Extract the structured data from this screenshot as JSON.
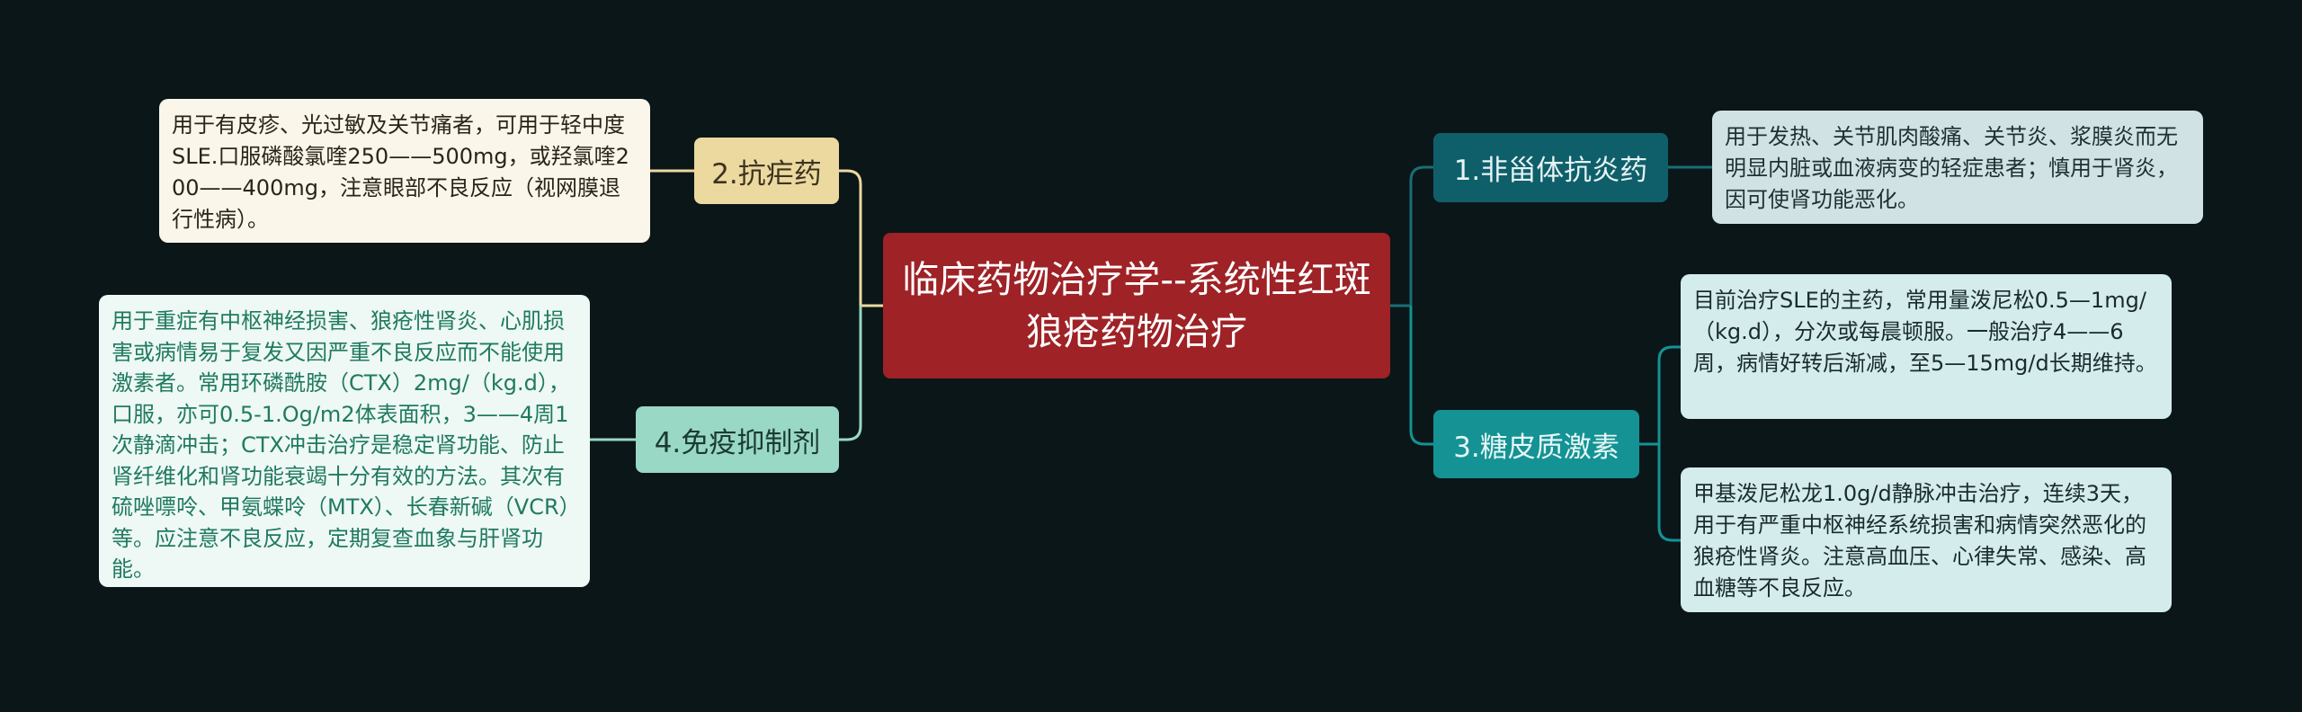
{
  "center": {
    "label": "临床药物治疗学--系统性红斑狼疮药物治疗",
    "color": "#9e2226"
  },
  "branches": {
    "kangnue": {
      "label": "2.抗疟药",
      "color": "#ecd9a0",
      "leaf": "用于有皮疹、光过敏及关节痛者，可用于轻中度SLE.口服磷酸氯喹250——500mg，或羟氯喹200——400mg，注意眼部不良反应（视网膜退行性病）。"
    },
    "mianyi": {
      "label": "4.免疫抑制剂",
      "color": "#99d8c4",
      "leaf": "用于重症有中枢神经损害、狼疮性肾炎、心肌损害或病情易于复发又因严重不良反应而不能使用激素者。常用环磷酰胺（CTX）2mg/（kg.d），口服，亦可0.5-1.Og/m2体表面积，3——4周1次静滴冲击；CTX冲击治疗是稳定肾功能、防止肾纤维化和肾功能衰竭十分有效的方法。其次有硫唑嘌呤、甲氨蝶呤（MTX）、长春新碱（VCR）等。应注意不良反应，定期复查血象与肝肾功能。"
    },
    "feigu": {
      "label": "1.非甾体抗炎药",
      "color": "#0f5f6a",
      "leaf": "用于发热、关节肌肉酸痛、关节炎、浆膜炎而无明显内脏或血液病变的轻症患者；慎用于肾炎，因可使肾功能恶化。"
    },
    "tangpi": {
      "label": "3.糖皮质激素",
      "color": "#149294",
      "leaf1": "目前治疗SLE的主药，常用量泼尼松0.5—1mg/（kg.d），分次或每晨顿服。一般治疗4——6周，病情好转后渐减，至5—15mg/d长期维持。",
      "leaf2": "甲基泼尼松龙1.0g/d静脉冲击治疗，连续3天，用于有严重中枢神经系统损害和病情突然恶化的狼疮性肾炎。注意高血压、心律失常、感染、高血糖等不良反应。"
    }
  },
  "background": "#0b1619"
}
